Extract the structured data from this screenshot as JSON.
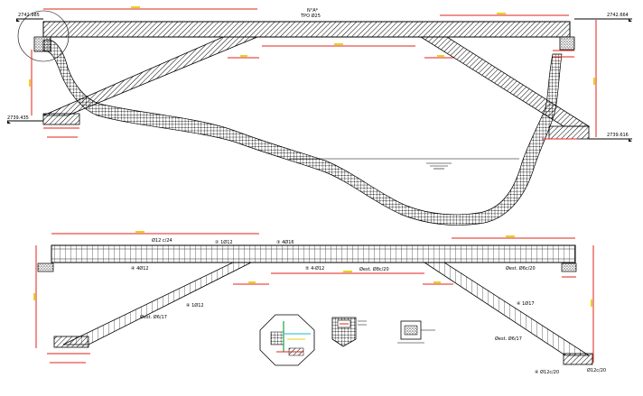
{
  "colors": {
    "dimension_red": "#e2231a",
    "annotation_yellow": "#e8d21a",
    "line": "#000000",
    "hatch": "#000000",
    "detail_green": "#19a34a",
    "detail_cyan": "#1bb6d1"
  },
  "elevation": {
    "left_top_level": "2742.985",
    "right_top_level": "2742.664",
    "left_base_level": "2739.435",
    "right_base_level": "2739.616",
    "center_label_top": "N°A*",
    "center_label_bottom": "TPO Ø25"
  },
  "plan": {
    "callouts": [
      "Ø12 c/24",
      "② 1Ø12",
      "③ 4Ø16",
      "④ 4Ø12",
      "⑤ 4-Ø12",
      "Øest. Ø8c/20",
      "Øest. Ø6c/20",
      "④ 1Ø12",
      "Øest. Ø6/17",
      "④ 1Ø17",
      "Øest. Ø6/17",
      "④ Ø12c/20",
      "Ø12c/20"
    ]
  },
  "icons": [
    "section-detail-octagon",
    "footing-detail",
    "connector-detail"
  ]
}
